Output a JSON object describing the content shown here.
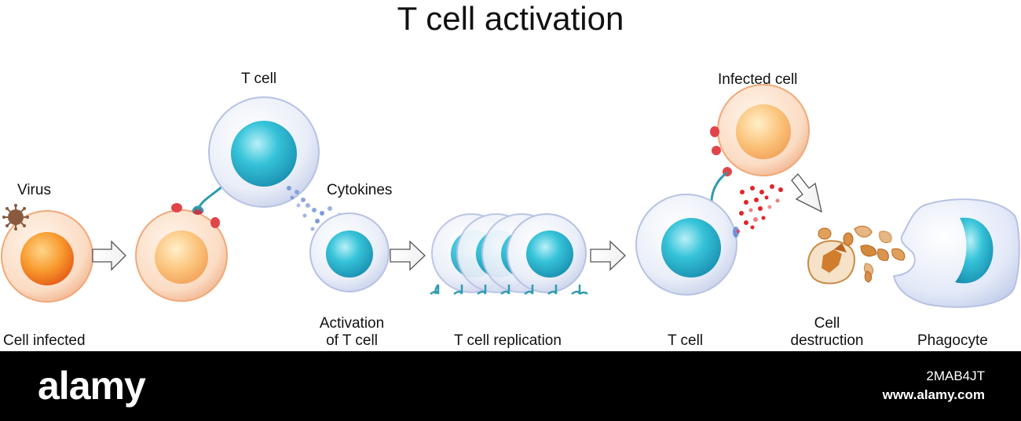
{
  "title": "T cell activation",
  "labels": {
    "virus": "Virus",
    "cell_infected": "Cell infected",
    "t_cell_top": "T cell",
    "cytokines": "Cytokines",
    "activation_line1": "Activation",
    "activation_line2": "of T cell",
    "replication": "T cell replication",
    "t_cell_bottom": "T cell",
    "infected_cell": "Infected cell",
    "destruction_line1": "Cell",
    "destruction_line2": "destruction",
    "phagocyte": "Phagocyte"
  },
  "watermark": {
    "logo": "alamy",
    "image_id": "2MAB4JT",
    "site": "www.alamy.com"
  },
  "colors": {
    "cell_membrane": "#e7ecf7",
    "t_nucleus": "#2bb7d0",
    "infected_nucleus": "#f5952e",
    "receptor": "#2f9bb0",
    "antigen": "#e0454a",
    "cytokine": "#5b7fd3",
    "debris": "#c98a45"
  }
}
